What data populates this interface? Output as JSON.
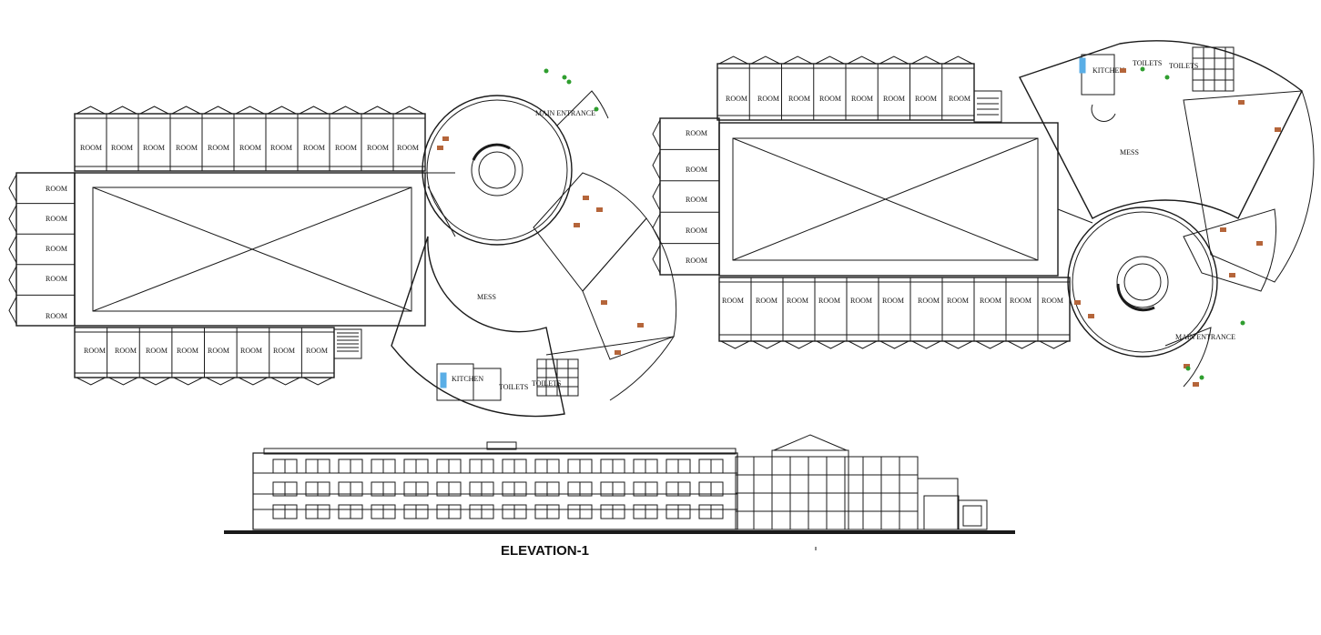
{
  "plan_left": {
    "room_labels_top": [
      "ROOM",
      "ROOM",
      "ROOM",
      "ROOM",
      "ROOM",
      "ROOM",
      "ROOM",
      "ROOM",
      "ROOM",
      "ROOM",
      "ROOM"
    ],
    "room_labels_left": [
      "ROOM",
      "ROOM",
      "ROOM",
      "ROOM",
      "ROOM"
    ],
    "room_labels_bottom": [
      "ROOM",
      "ROOM",
      "ROOM",
      "ROOM",
      "ROOM",
      "ROOM",
      "ROOM",
      "ROOM"
    ],
    "main_entrance": "MAIN ENTRANCE",
    "mess": "MESS",
    "kitchen": "KITCHEN",
    "toilets_1": "TOILETS",
    "toilets_2": "TOILETS"
  },
  "plan_right": {
    "room_labels_top": [
      "ROOM",
      "ROOM",
      "ROOM",
      "ROOM",
      "ROOM",
      "ROOM",
      "ROOM",
      "ROOM"
    ],
    "room_labels_left": [
      "ROOM",
      "ROOM",
      "ROOM",
      "ROOM",
      "ROOM"
    ],
    "room_labels_bottom": [
      "ROOM",
      "ROOM",
      "ROOM",
      "ROOM",
      "ROOM",
      "ROOM",
      "ROOM",
      "ROOM",
      "ROOM",
      "ROOM",
      "ROOM"
    ],
    "main_entrance": "MAIN ENTRANCE",
    "mess": "MESS",
    "kitchen": "KITCHEN",
    "toilets_1": "TOILETS",
    "toilets_2": "TOILETS"
  },
  "elevation": {
    "title": "ELEVATION-1"
  },
  "colors": {
    "line": "#1a1a1a",
    "furniture": "#b5653a",
    "plant": "#2f9e2f",
    "water": "#5aaee6"
  }
}
